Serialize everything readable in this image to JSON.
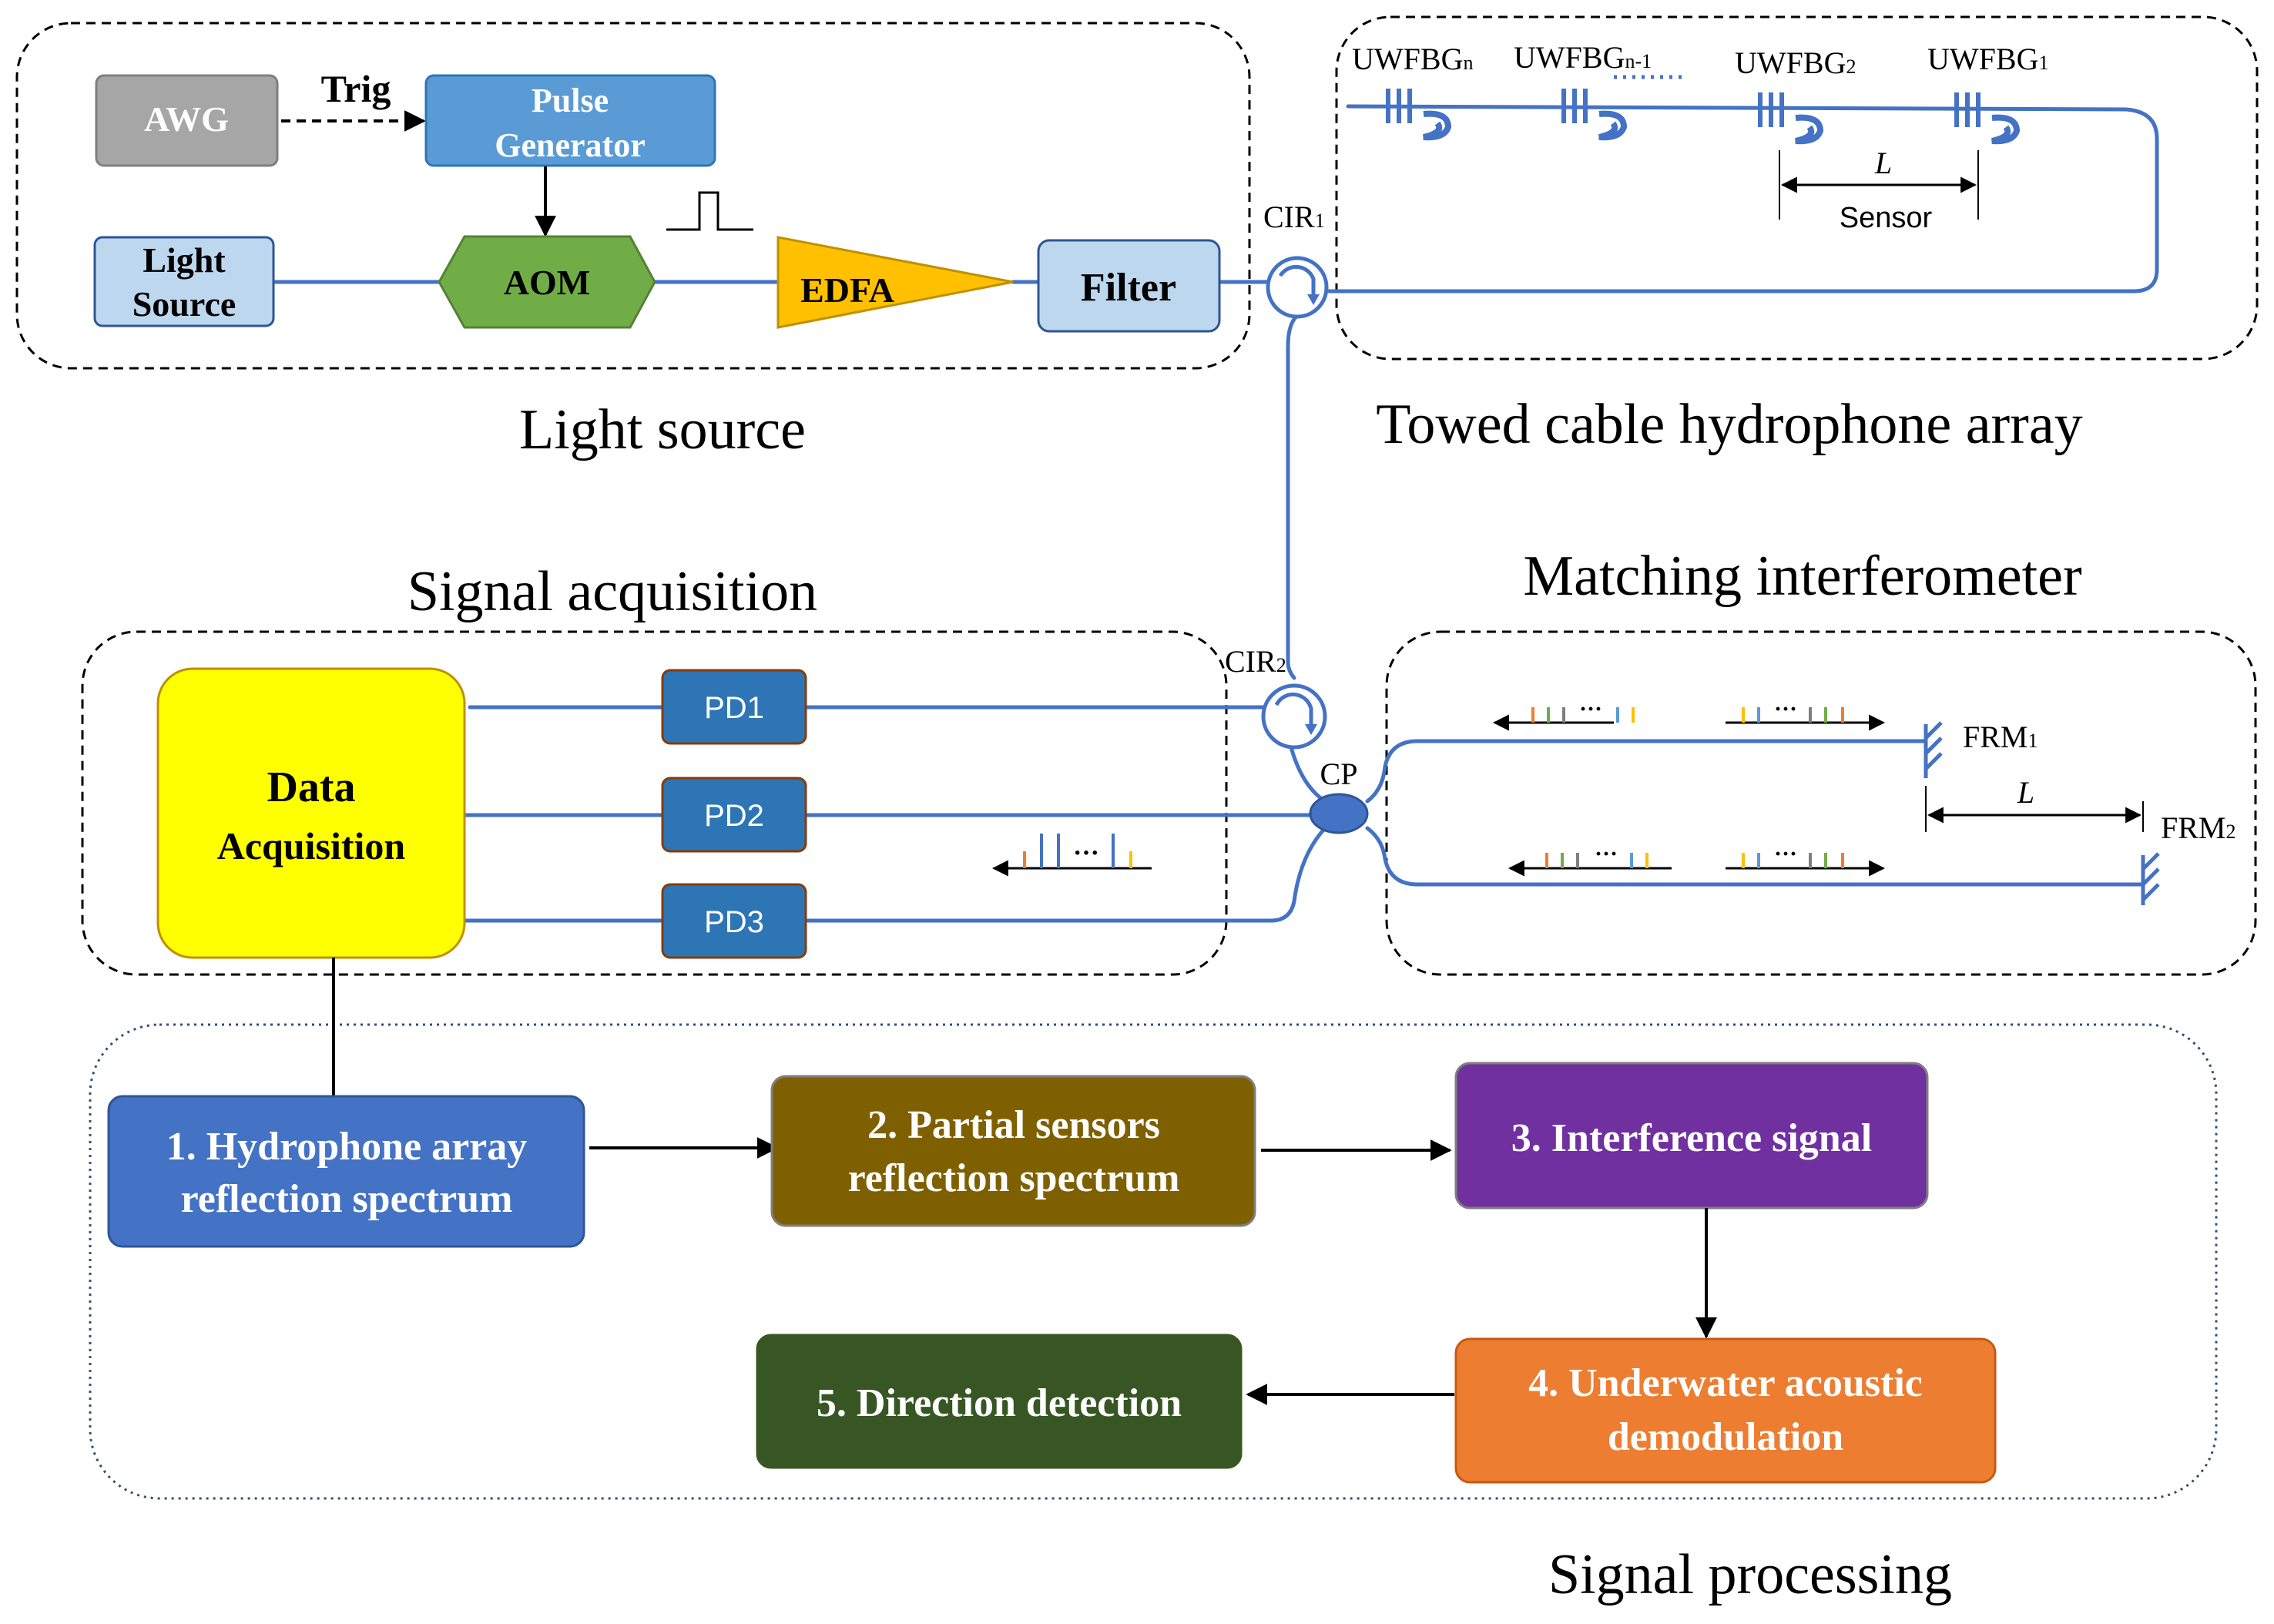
{
  "sections": {
    "light_source": "Light source",
    "hydrophone_array": "Towed cable hydrophone array",
    "signal_acquisition": "Signal acquisition",
    "matching_interferometer": "Matching interferometer",
    "signal_processing": "Signal processing"
  },
  "light_source": {
    "awg": "AWG",
    "trig": "Trig",
    "pulse_generator_line1": "Pulse",
    "pulse_generator_line2": "Generator",
    "light_source_line1": "Light",
    "light_source_line2": "Source",
    "aom": "AOM",
    "edfa": "EDFA",
    "filter": "Filter"
  },
  "circulators": {
    "cir1": "CIR",
    "cir1_sub": "1",
    "cir2": "CIR",
    "cir2_sub": "2"
  },
  "coupler": "CP",
  "hydrophone_array": {
    "gratings": [
      {
        "base": "UWFBG",
        "sub": "n"
      },
      {
        "base": "UWFBG",
        "sub": "n-1"
      },
      {
        "base": "UWFBG",
        "sub": "2"
      },
      {
        "base": "UWFBG",
        "sub": "1"
      }
    ],
    "spacing_label": "L",
    "sensor_label": "Sensor"
  },
  "signal_acquisition": {
    "data_acquisition_line1": "Data",
    "data_acquisition_line2": "Acquisition",
    "photodetectors": [
      "PD1",
      "PD2",
      "PD3"
    ],
    "ellipsis": "···"
  },
  "matching_interferometer": {
    "frm1": "FRM",
    "frm1_sub": "1",
    "frm2": "FRM",
    "frm2_sub": "2",
    "delay_label": "L",
    "ellipsis": "···"
  },
  "signal_processing": {
    "steps": [
      {
        "line1": "1. Hydrophone array",
        "line2": "reflection spectrum"
      },
      {
        "line1": "2. Partial sensors",
        "line2": "reflection spectrum"
      },
      {
        "line1": "3. Interference signal"
      },
      {
        "line1": "4. Underwater acoustic",
        "line2": "demodulation"
      },
      {
        "line1": "5.  Direction detection"
      }
    ]
  },
  "colors": {
    "fiber": "#4472c4",
    "awg": "#a6a6a6",
    "pulse_generator": "#5b9bd5",
    "light_box": "#bdd7ee",
    "aom": "#70ad47",
    "edfa": "#ffc000",
    "data_acquisition": "#ffff00",
    "pd": "#2e75b6",
    "step1": "#4472c4",
    "step2": "#7f6000",
    "step3": "#7030a0",
    "step4": "#ed7d31",
    "step5": "#375623"
  }
}
